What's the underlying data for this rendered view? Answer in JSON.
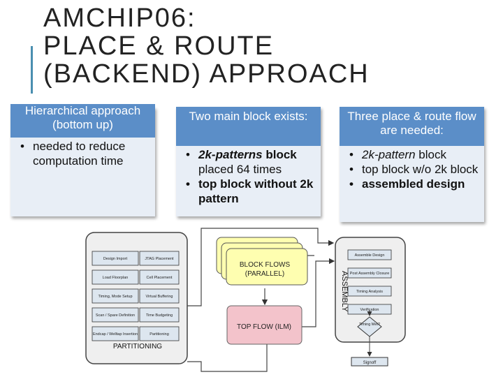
{
  "slide": {
    "title": "AMCHIP06:\nPLACE & ROUTE\n(BACKEND) APPROACH"
  },
  "cards": [
    {
      "header": "Hierarchical approach (bottom up)",
      "bullets": [
        {
          "text": "needed to reduce computation time"
        }
      ]
    },
    {
      "header": "Two main block exists:",
      "bullets": [
        {
          "italic_bold": "2k-patterns",
          "bold": " block",
          "rest": "placed 64 times"
        },
        {
          "text": "top block without 2k pattern"
        }
      ]
    },
    {
      "header": "Three place & route flow are needed:",
      "bullets": [
        {
          "italic": "2k-pattern",
          "rest": " block"
        },
        {
          "text": "top block w/o 2k block"
        },
        {
          "text": "assembled design"
        }
      ]
    }
  ],
  "diagram": {
    "partitioning": {
      "label": "PARTITIONING",
      "left_boxes": [
        "Design Import",
        "Load Floorplan",
        "Timing, Mode Setup",
        "Scan / Spare Definition",
        "Endcap / Welltap Insertion"
      ],
      "right_boxes": [
        "JTAG Placement",
        "Cell Placement",
        "Virtual Buffering",
        "Time Budgeting",
        "Partitioning"
      ]
    },
    "block_flows": {
      "line1": "BLOCK FLOWS",
      "line2": "(PARALLEL)"
    },
    "top_flow": "TOP FLOW (ILM)",
    "assembly": {
      "label": "ASSEMBLY",
      "steps": [
        "Assemble Design",
        "Post Assembly Closure",
        "Timing Analysis",
        "Verification"
      ],
      "decision": "Timing Met?",
      "final": "Signoff"
    },
    "colors": {
      "block_flows_fill": "#fefeb0",
      "top_flow_fill": "#f3c3cb",
      "box_fill": "#dde6ef",
      "panel_fill": "#efefef"
    }
  }
}
